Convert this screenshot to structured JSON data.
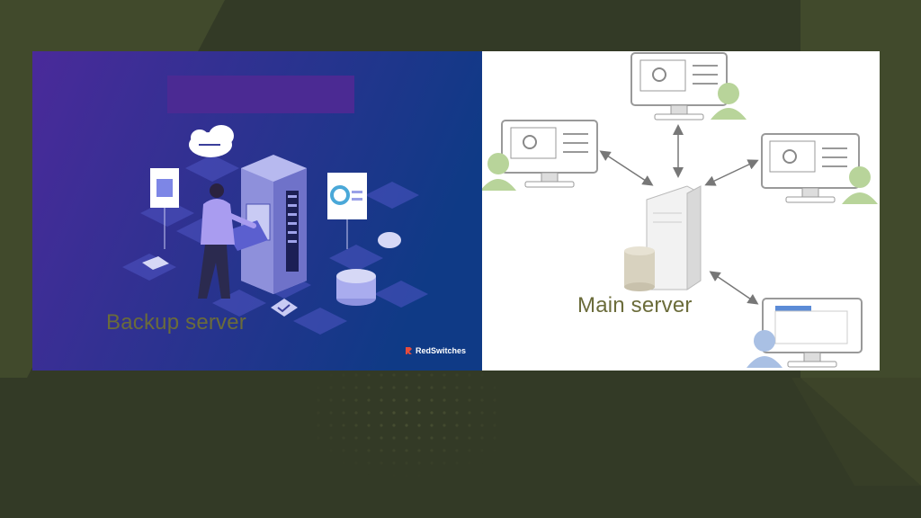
{
  "slide": {
    "background": "#333a26",
    "accent_shape": "#414a2c",
    "caption_color": "#6b6c3a"
  },
  "backup_panel": {
    "caption": "Backup server",
    "brand": "RedSwitches",
    "gradient": [
      "#4a2a9a",
      "#0f3a86"
    ]
  },
  "main_panel": {
    "caption": "Main server"
  }
}
